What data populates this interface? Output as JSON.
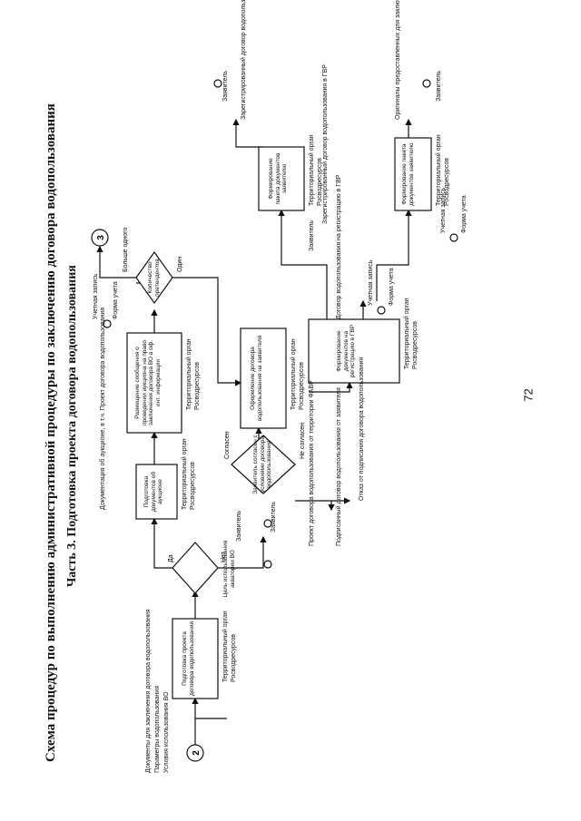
{
  "title": "Схема процедур по выполнению административной процедуры по заключению договора водопользования",
  "subtitle": "Часть 3. Подготовка проекта договора водопользования",
  "page_number": "72",
  "connectors": {
    "start": "2",
    "end": "3"
  },
  "inputs": [
    "Документы для заключения договора водопользования",
    "Параметры водопользования",
    "Условия использования ВО"
  ],
  "org": [
    "Территориальный орган",
    "Росводресурсов"
  ],
  "boxes": {
    "prepare": "Подготовка проекта договора водопользования",
    "prep_docs": "Подготовка документов об аукционе",
    "post_msg": "Размещение сообщения о проведении аукциона на право заключения договора ВО в оф. инт. информации",
    "draft": "Оформление договора водопользования на заявителя",
    "registry": "Формирование документов на регистрацию в ГВР",
    "package": "Формирование пакета документов заявителю",
    "refusal_pkg": "Формирование пакета документов заявителю"
  },
  "decisions": {
    "purpose": "Цель использования акватории ВО",
    "agree": "Заявитель согласен с условиями договора водопользования",
    "count": "Количество претендентов"
  },
  "labels": {
    "yes": "Да",
    "no": "Нет",
    "agree": "Согласен",
    "disagree": "Не согласен",
    "one": "Один",
    "more": "Больше одного",
    "applicant": "Заявитель",
    "record": "Учетная запись",
    "form": "Форма учета",
    "auction_docs": "Документация об аукционе, в т.ч. Проект договора водопользования",
    "draft_contract": "Проект договора водопользования от территории ФАВР",
    "signed": "Подписанный договор водопользования от заявителя",
    "gvr": "Договор водопользования на регистрацию в ГВР",
    "registered_gvr": "Зарегистрированный договор водопользования в ГВР",
    "registered": "Зарегистрированный договор водопользования",
    "originals": "Оригиналы предоставленных для заключения договора водопользования документов",
    "refusal": "Отказ от подписания договора водопользования"
  }
}
